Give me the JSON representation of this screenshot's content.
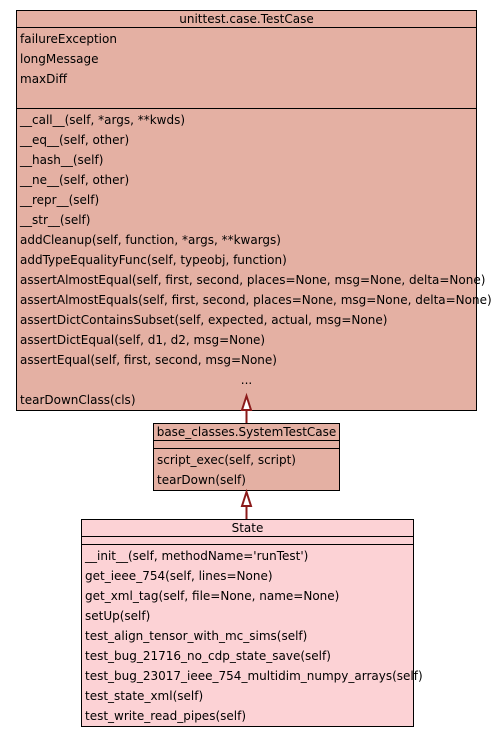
{
  "classes": {
    "testcase": {
      "name": "unittest.case.TestCase",
      "attributes": [
        "failureException",
        "longMessage",
        "maxDiff"
      ],
      "methods": [
        "__call__(self, *args, **kwds)",
        "__eq__(self, other)",
        "__hash__(self)",
        "__ne__(self, other)",
        "__repr__(self)",
        "__str__(self)",
        "addCleanup(self, function, *args, **kwargs)",
        "addTypeEqualityFunc(self, typeobj, function)",
        "assertAlmostEqual(self, first, second, places=None, msg=None, delta=None)",
        "assertAlmostEquals(self, first, second, places=None, msg=None, delta=None)",
        "assertDictContainsSubset(self, expected, actual, msg=None)",
        "assertDictEqual(self, d1, d2, msg=None)",
        "assertEqual(self, first, second, msg=None)",
        "...",
        "tearDownClass(cls)"
      ]
    },
    "systemtestcase": {
      "name": "base_classes.SystemTestCase",
      "methods": [
        "script_exec(self, script)",
        "tearDown(self)"
      ]
    },
    "state": {
      "name": "State",
      "methods": [
        "__init__(self, methodName='runTest')",
        "get_ieee_754(self, lines=None)",
        "get_xml_tag(self, file=None, name=None)",
        "setUp(self)",
        "test_align_tensor_with_mc_sims(self)",
        "test_bug_21716_no_cdp_state_save(self)",
        "test_bug_23017_ieee_754_multidim_numpy_arrays(self)",
        "test_state_xml(self)",
        "test_write_read_pipes(self)"
      ]
    }
  },
  "colors": {
    "base_class_fill": "#e4b0a3",
    "leaf_class_fill": "#fcd2d5",
    "inheritance_arrow": "#8b1a1a",
    "border": "#000000"
  }
}
